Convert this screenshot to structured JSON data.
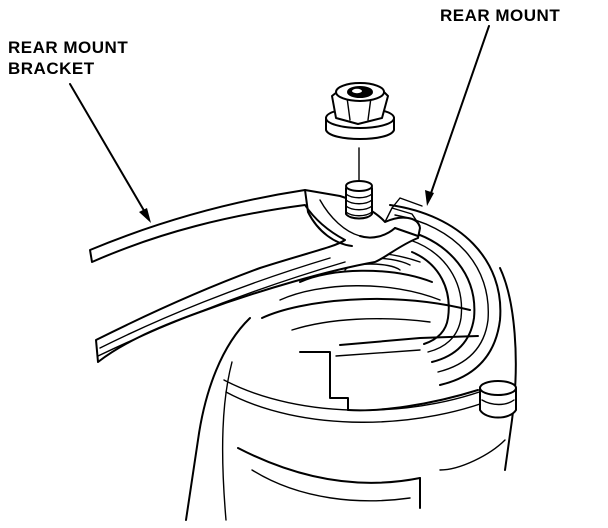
{
  "labels": {
    "rear_mount_bracket_line1": "REAR MOUNT",
    "rear_mount_bracket_line2": "BRACKET",
    "rear_mount": "REAR MOUNT"
  }
}
